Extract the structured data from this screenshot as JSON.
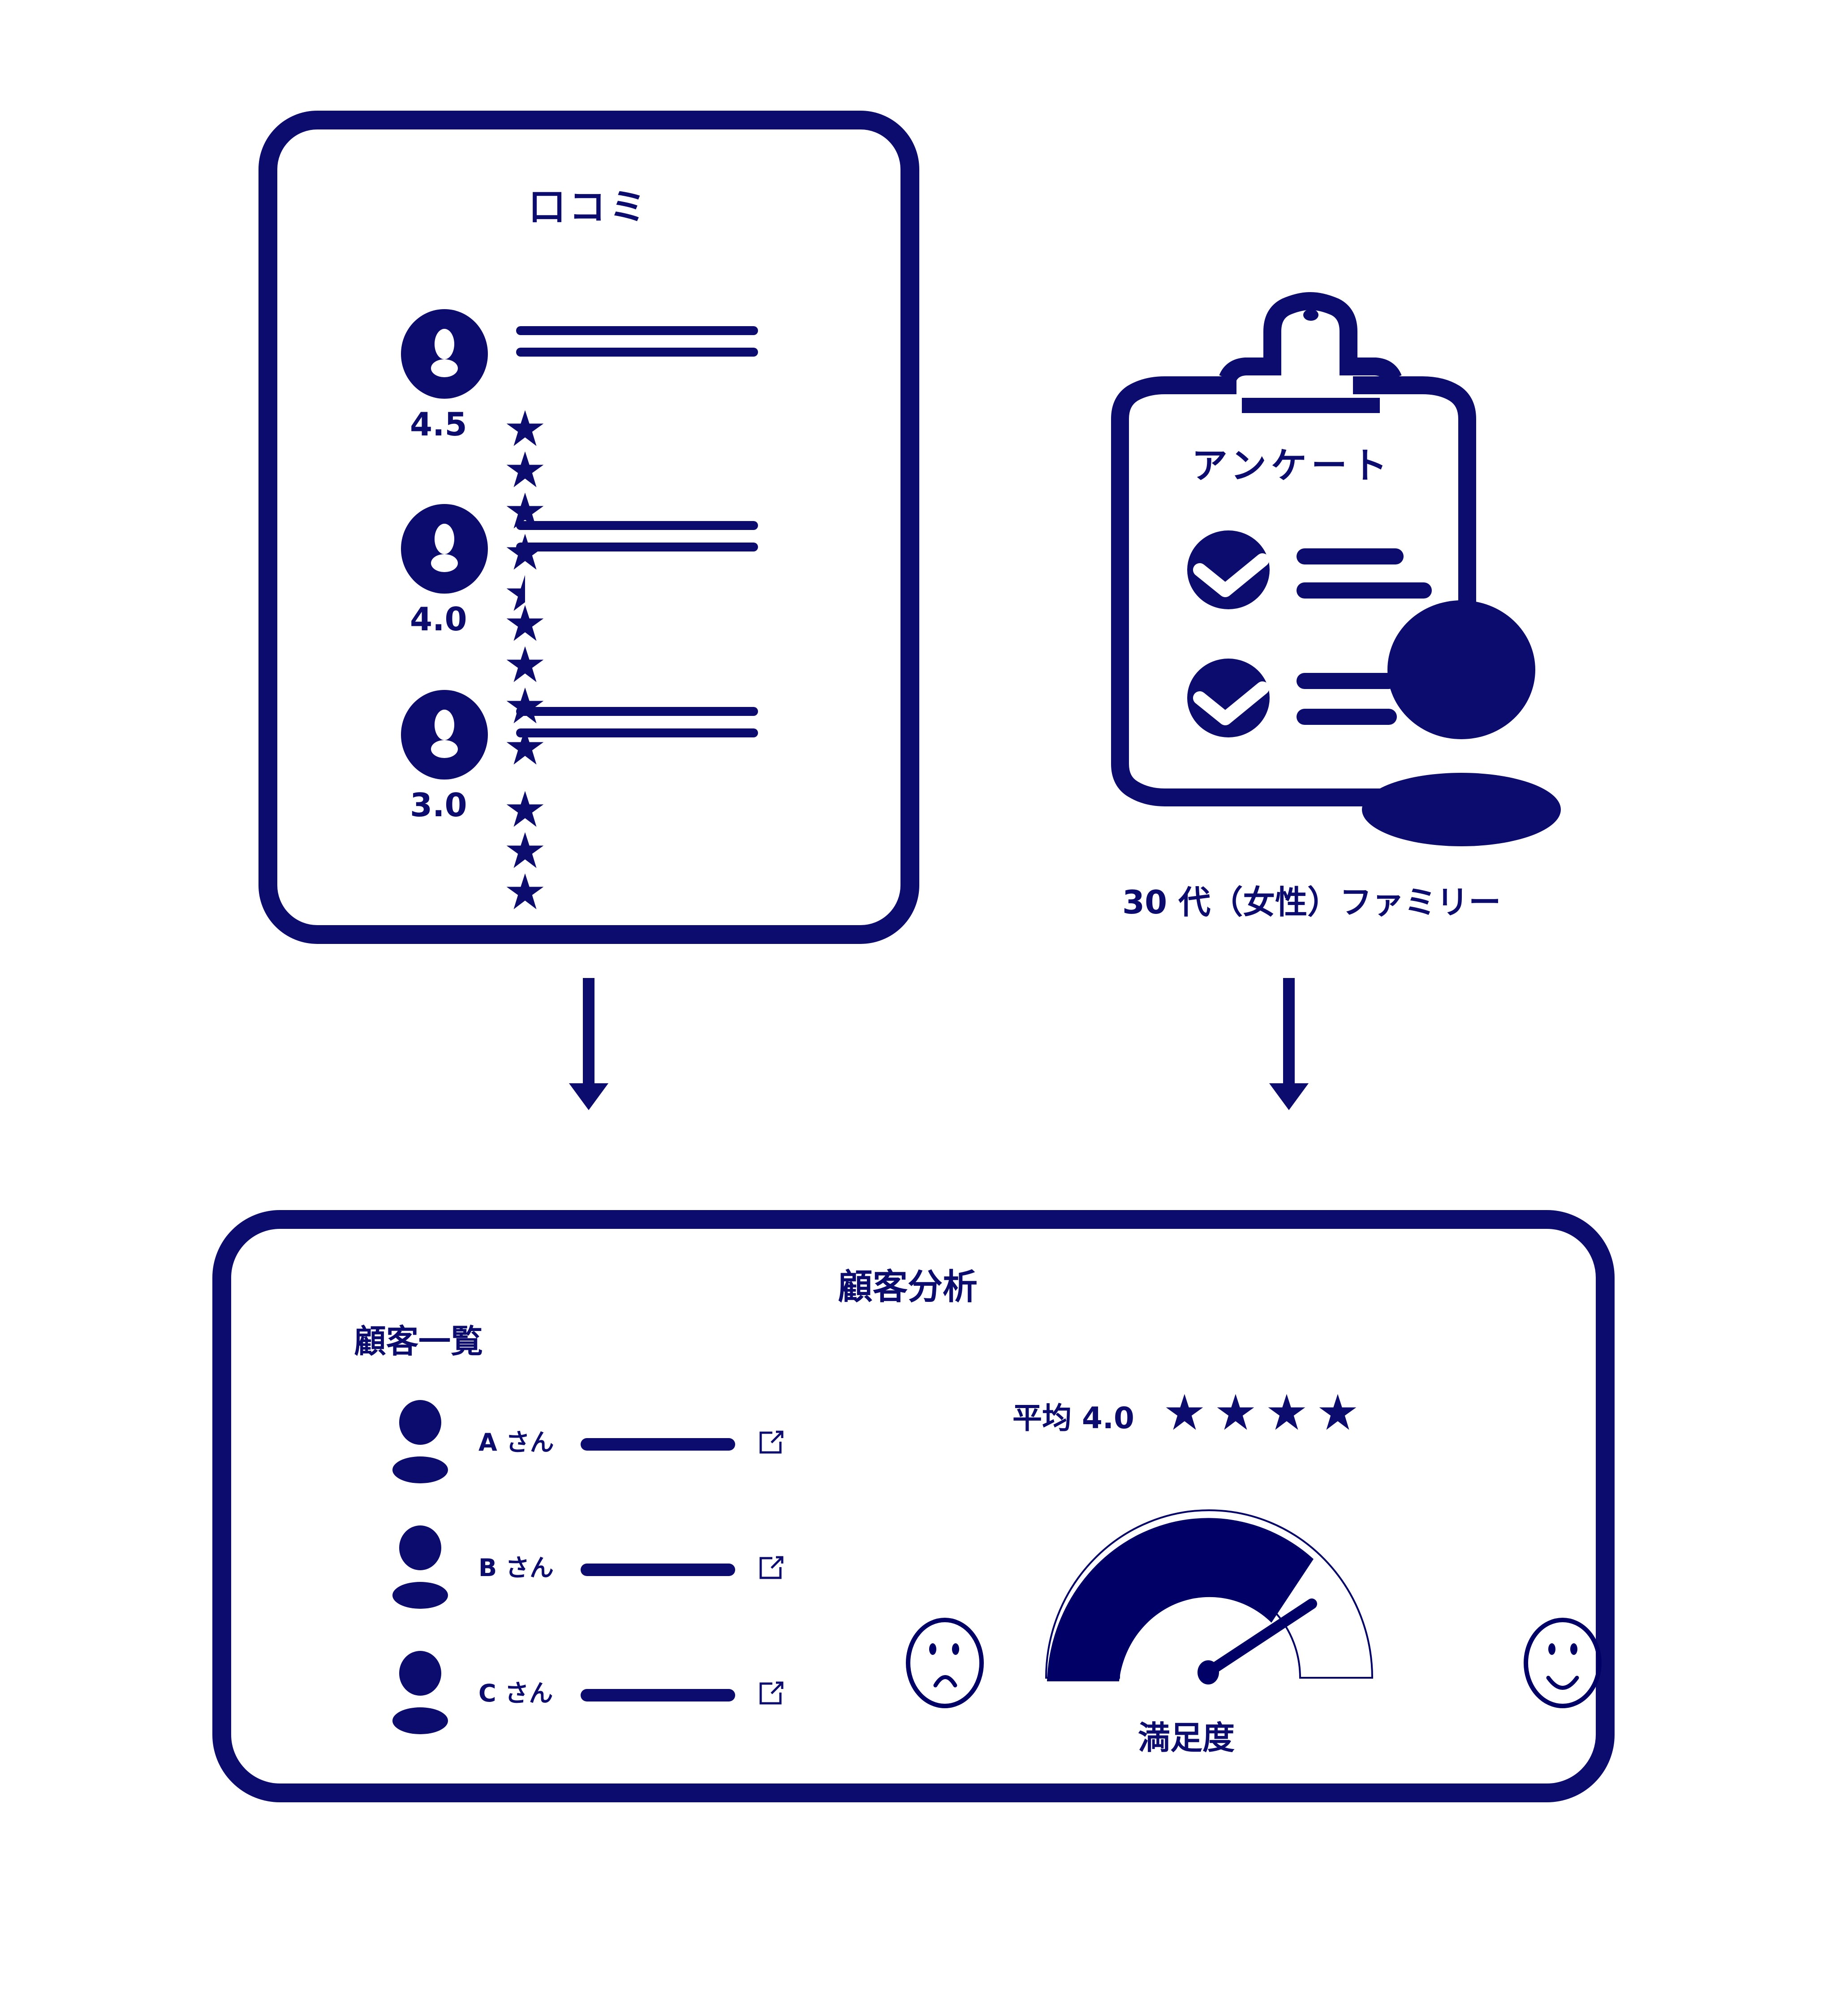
{
  "colors": {
    "primary": "#0c0c6e",
    "gauge_fill": "#000066",
    "background": "#ffffff"
  },
  "reviews": {
    "title": "口コミ",
    "items": [
      {
        "rating_label": "4.5",
        "rating": 4.5,
        "icon": "user-circle-icon"
      },
      {
        "rating_label": "4.0",
        "rating": 4.0,
        "icon": "user-circle-icon"
      },
      {
        "rating_label": "3.0",
        "rating": 3.0,
        "icon": "user-circle-icon"
      }
    ]
  },
  "survey": {
    "title": "アンケート",
    "checked_items": 2,
    "respondent_label": "30 代（女性）ファミリー",
    "icons": [
      "clipboard-icon",
      "check-circle-icon",
      "person-icon"
    ]
  },
  "analysis": {
    "title": "顧客分析",
    "customer_list": {
      "title": "顧客一覧",
      "customers": [
        {
          "name": "A さん",
          "icon": "person-icon",
          "link_icon": "external-link-icon"
        },
        {
          "name": "B さん",
          "icon": "person-icon",
          "link_icon": "external-link-icon"
        },
        {
          "name": "C さん",
          "icon": "person-icon",
          "link_icon": "external-link-icon"
        }
      ]
    },
    "average": {
      "label": "平均 4.0",
      "rating": 4.0
    },
    "satisfaction": {
      "label": "満足度",
      "gauge_fill_fraction": 0.8,
      "needle_fraction": 0.83,
      "left_icon": "sad-face-icon",
      "right_icon": "happy-face-icon"
    }
  }
}
